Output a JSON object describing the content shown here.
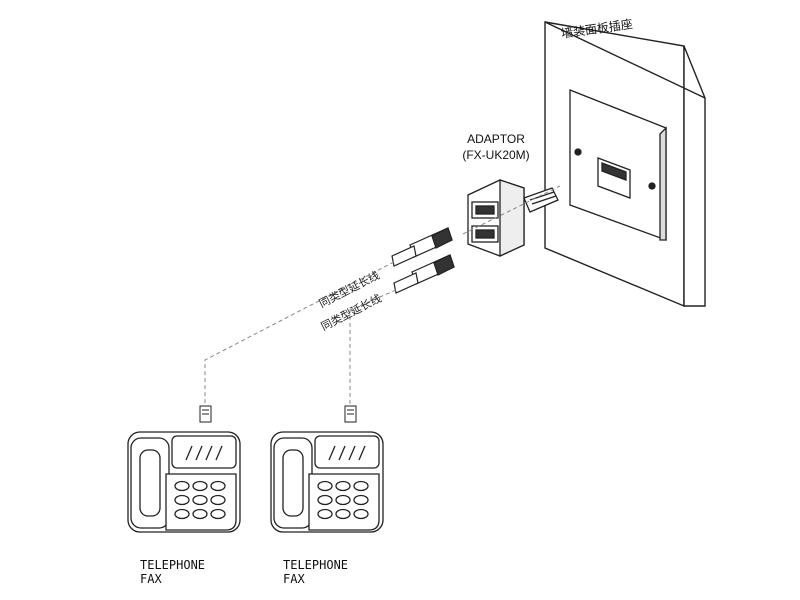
{
  "wall_socket": {
    "label": "墙装面板插座",
    "icon": "wall-socket-icon"
  },
  "adaptor": {
    "name": "ADAPTOR",
    "model": "(FX-UK20M)",
    "icon": "double-adaptor-icon"
  },
  "extension_cables": [
    {
      "label": "同类型延长线"
    },
    {
      "label": "同类型延长线"
    }
  ],
  "devices": [
    {
      "line1": "TELEPHONE",
      "line2": "FAX",
      "icon": "telephone-fax-icon"
    },
    {
      "line1": "TELEPHONE",
      "line2": "FAX",
      "icon": "telephone-fax-icon"
    }
  ],
  "colors": {
    "line": "#222222",
    "wall": "#ffffff",
    "dashed_cable": "#888888"
  }
}
